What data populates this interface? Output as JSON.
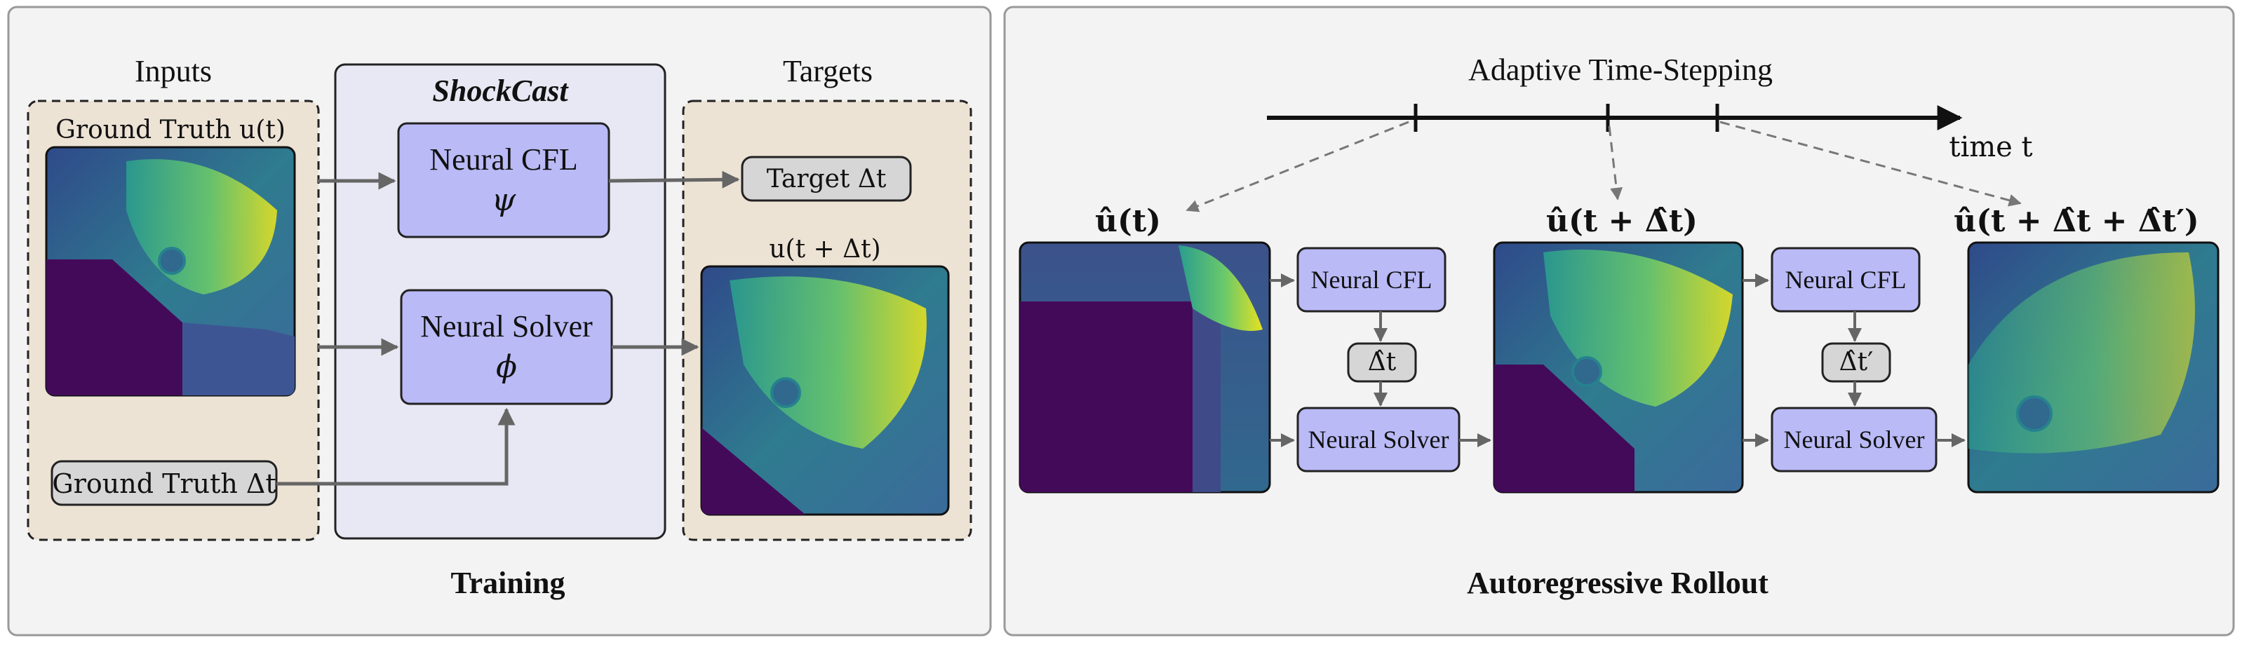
{
  "training": {
    "title": "Training",
    "inputs_label": "Inputs",
    "targets_label": "Targets",
    "shockcast_label": "ShockCast",
    "ground_truth_u_label": "Ground Truth u(t)",
    "ground_truth_dt_label": "Ground Truth Δt",
    "target_dt_label": "Target Δt",
    "target_u_label": "u(t + Δt)",
    "neural_cfl": {
      "name": "Neural CFL",
      "symbol": "ψ"
    },
    "neural_solver": {
      "name": "Neural Solver",
      "symbol": "ϕ"
    }
  },
  "rollout": {
    "title": "Autoregressive Rollout",
    "timeline_title": "Adaptive Time-Stepping",
    "time_axis_label": "time t",
    "state_labels": [
      "û(t)",
      "û(t + Δ̂t)",
      "û(t + Δ̂t + Δ̂t′)"
    ],
    "neural_cfl_label": "Neural CFL",
    "neural_solver_label": "Neural Solver",
    "dt_pills": [
      "Δ̂t",
      "Δ̂t′"
    ]
  },
  "colors": {
    "panel_bg": "#f3f3f3",
    "dashed_region_bg": "#ede3d5",
    "shockcast_bg": "#e8e8f4",
    "module_fill": "#babaf7",
    "pill_fill": "#d6d6d6",
    "arrow_gray": "#666666"
  }
}
